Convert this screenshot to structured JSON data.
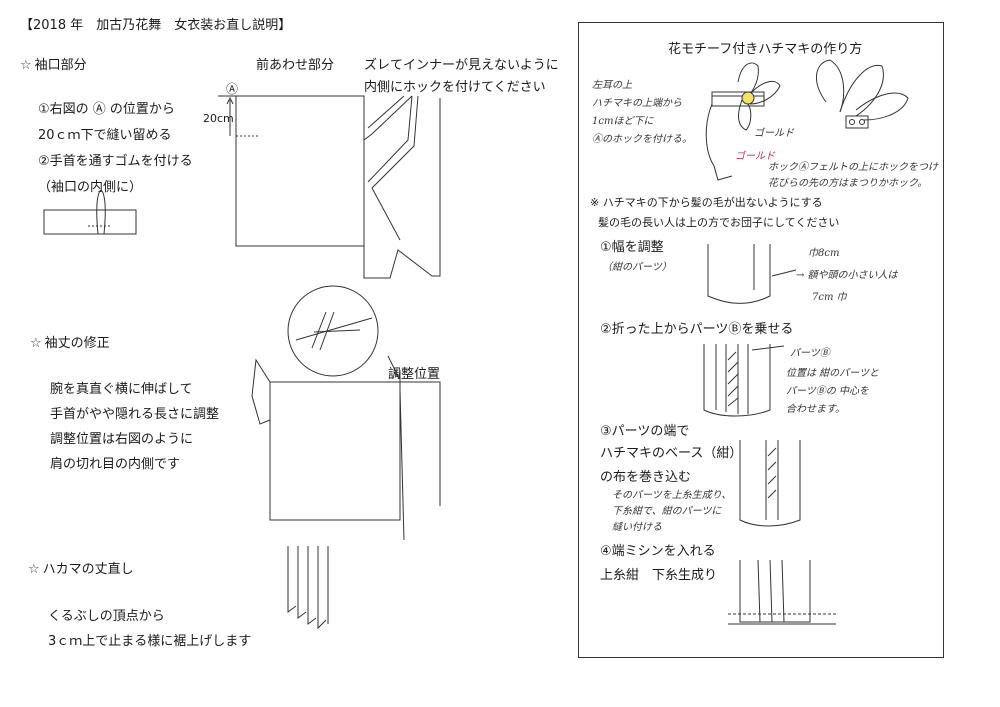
{
  "header": {
    "title": "【2018 年　加古乃花舞　女衣装お直し説明】"
  },
  "sleeve_cuff": {
    "heading": "袖口部分",
    "instr1": "①右図の Ⓐ の位置から",
    "instr2": "20ｃｍ下で縫い留める",
    "instr3": "②手首を通すゴムを付ける",
    "instr4": "（袖口の内側に）",
    "marker_a": "Ⓐ",
    "measure": "20cm"
  },
  "front_join": {
    "label": "前あわせ部分",
    "note1": "ズレてインナーが見えないように",
    "note2": "内側にホックを付けてください"
  },
  "sleeve_length": {
    "heading": "袖丈の修正",
    "line1": "腕を真直ぐ横に伸ばして",
    "line2": "手首がやや隠れる長さに調整",
    "line3": "調整位置は右図のように",
    "line4": "肩の切れ目の内側です",
    "adjust_label": "調整位置"
  },
  "hakama": {
    "heading": "ハカマの丈直し",
    "line1": "くるぶしの頂点から",
    "line2": "3ｃｍ上で止まる様に裾上げします"
  },
  "hachimaki": {
    "title": "花モチーフ付きハチマキの作り方",
    "hand_note1": "左耳の上",
    "hand_note2": "ハチマキの上端から",
    "hand_note3": "1cmほど下に",
    "hand_note4": "Ⓐのホックを付ける。",
    "gold1": "ゴールド",
    "gold2": "ゴールド",
    "hook_note1": "ホックⒶフェルトの上にホックをつけ",
    "hook_note2": "花びらの先の方はまつりかホック。",
    "warning1": "※ ハチマキの下から髪の毛が出ないようにする",
    "warning2": "髪の毛の長い人は上の方でお団子にしてください",
    "step1": "①幅を調整",
    "step1_part": "（紺のパーツ）",
    "width1": "巾8cm",
    "width2": "→ 額や頭の小さい人は",
    "width3": "7cm 巾",
    "step2": "②折った上からパーツⒷを乗せる",
    "partb": "パーツⒷ",
    "pos1": "位置は 紺のパーツと",
    "pos2": "パーツⒷの 中心を",
    "pos3": "合わせます。",
    "step3a": "③パーツの端で",
    "step3b": "ハチマキのベース（紺）",
    "step3c": "の布を巻き込む",
    "sew1": "そのパーツを上糸生成り、",
    "sew2": "下糸紺で、紺のパーツに",
    "sew3": "縫い付ける",
    "step4": "④端ミシンを入れる",
    "step4b": "上糸紺　下糸生成り"
  }
}
